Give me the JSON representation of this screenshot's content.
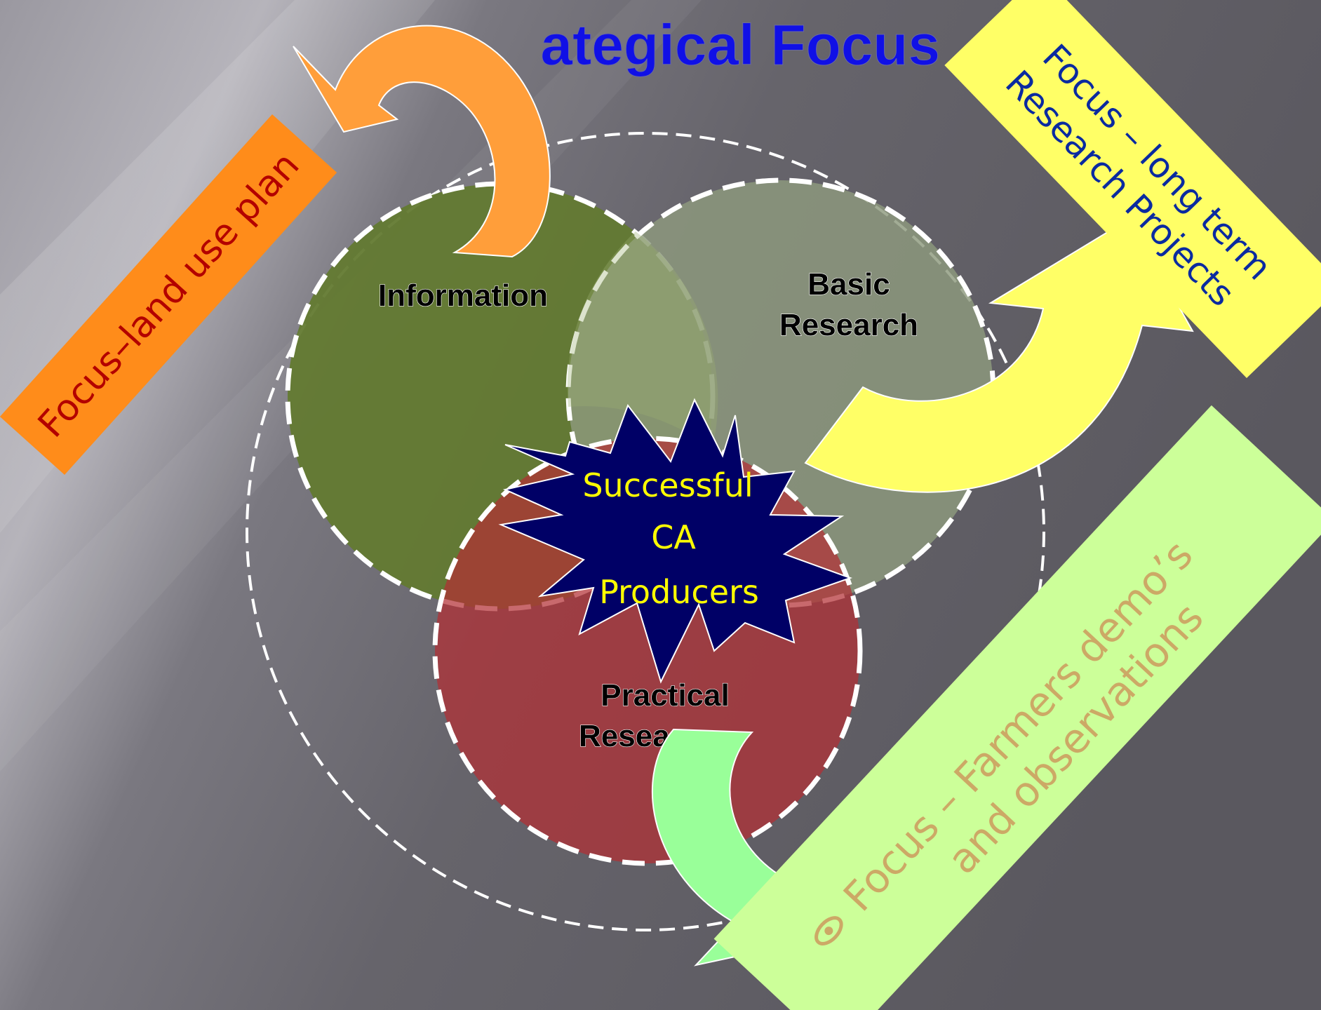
{
  "slide": {
    "title": "ategical Focus",
    "circles": {
      "information": "Information",
      "basic_line1": "Basic",
      "basic_line2": "Research",
      "practical_line1": "Practical",
      "practical_line2": "Resea"
    },
    "center": {
      "line1": "Successful",
      "line2": "CA",
      "line3": "Producers"
    },
    "banners": {
      "land_use": "Focus–land use plan",
      "long_term_line1": "Focus – long term",
      "long_term_line2": "Research Projects",
      "farmers_line1": "Focus – Farmers demo’s",
      "farmers_line2": "and observations"
    }
  },
  "colors": {
    "title": "#1010e6",
    "information_circle": "#637a32",
    "basic_circle": "#7d8a72",
    "practical_circle": "#b32f34",
    "star_fill": "#000066",
    "star_text": "#ffff00",
    "orange_arrow": "#ff9e3a",
    "yellow_arrow": "#ffff66",
    "green_arrow": "#99ff99",
    "land_use_banner": "#ff8c1a",
    "land_use_text": "#b30000",
    "long_term_banner": "#ffff66",
    "long_term_text": "#0a2aa0",
    "farmers_banner": "#ccff99",
    "farmers_text": "#cca966"
  },
  "icons": {
    "bullet": "eye-bullet-icon"
  }
}
